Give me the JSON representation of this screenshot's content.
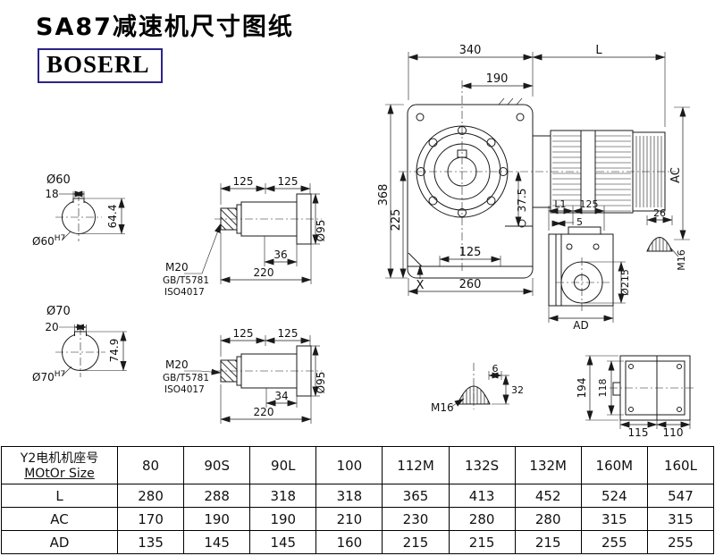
{
  "meta": {
    "title": "SA87减速机尺寸图纸",
    "logo": "BOSERL"
  },
  "colors": {
    "ink": "#1a1a1a",
    "logo_border": "#2c2388"
  },
  "main_view": {
    "dim_340": "340",
    "dim_L": "L",
    "dim_190": "190",
    "dim_368": "368",
    "dim_225": "225",
    "dim_37_5": "37.5",
    "dim_125": "125",
    "dim_260": "260",
    "label_x": "X",
    "dim_ac": "AC"
  },
  "shaft_60": {
    "dia": "Ø60",
    "key_width": "18",
    "key_height": "64.4",
    "bore": "Ø60",
    "bore_tol": "H7"
  },
  "shaft_70": {
    "dia": "Ø70",
    "key_width": "20",
    "key_height": "74.9",
    "bore": "Ø70",
    "bore_tol": "H7"
  },
  "shaft_top": {
    "dim_a": "125",
    "dim_b": "125",
    "thread": "M20",
    "std_gb": "GB/T5781",
    "std_iso": "ISO4017",
    "dim_c": "36",
    "dim_len": "220",
    "dia": "Ø95"
  },
  "shaft_bottom": {
    "dim_a": "125",
    "dim_b": "125",
    "thread": "M20",
    "std_gb": "GB/T5781",
    "std_iso": "ISO4017",
    "dim_c": "34",
    "dim_len": "220",
    "dia": "Ø95"
  },
  "side_view": {
    "dim_l1": "L1",
    "dim_125": "125",
    "dim_5": "5",
    "dia": "Ø215",
    "dim_ad": "AD",
    "dim_26": "26",
    "thread": "M16"
  },
  "plug_view": {
    "dim_6": "6",
    "dim_32": "32",
    "thread": "M16"
  },
  "top_view": {
    "dim_194": "194",
    "dim_118": "118",
    "dim_115": "115",
    "dim_110": "110"
  },
  "table": {
    "header_cn": "Y2电机机座号",
    "header_en": "MOtOr Size",
    "sizes": [
      "80",
      "90S",
      "90L",
      "100",
      "112M",
      "132S",
      "132M",
      "160M",
      "160L"
    ],
    "rows": [
      {
        "label": "L",
        "values": [
          "280",
          "288",
          "318",
          "318",
          "365",
          "413",
          "452",
          "524",
          "547"
        ]
      },
      {
        "label": "AC",
        "values": [
          "170",
          "190",
          "190",
          "210",
          "230",
          "280",
          "280",
          "315",
          "315"
        ]
      },
      {
        "label": "AD",
        "values": [
          "135",
          "145",
          "145",
          "160",
          "215",
          "215",
          "215",
          "255",
          "255"
        ]
      }
    ]
  }
}
